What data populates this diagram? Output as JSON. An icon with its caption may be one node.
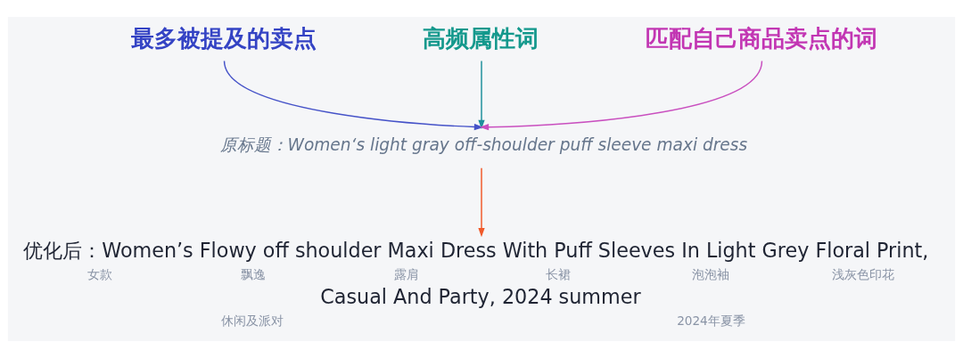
{
  "diagram": {
    "nodes": [
      {
        "text": [
          "最多被提及的卖点"
        ]
      },
      {
        "text": [
          "高频属性词"
        ]
      },
      {
        "text": [
          "匹配自己商品卖点的词"
        ]
      },
      {
        "text": [
          "原标题：Women‘s light gray off-shoulder puff sleeve maxi dress"
        ]
      },
      {
        "text": [
          "优化后：Women’s Flowy off shoulder Maxi Dress With Puff Sleeves In Light Grey Floral Print, Casual And Party, 2024 summer"
        ],
        "beside": [
          "女款",
          "飘逸",
          "露肩",
          "长裙",
          "泡泡袖",
          "浅灰色印花",
          "休闲及派对",
          "2024年夏季"
        ]
      }
    ],
    "edges": [
      {
        "from": 0,
        "to": 3,
        "arrow": "to",
        "color": "#4552c8"
      },
      {
        "from": 1,
        "to": 3,
        "arrow": "to",
        "color": "#1e8f9c"
      },
      {
        "from": 2,
        "to": 3,
        "arrow": "to",
        "color": "#c94fbf"
      },
      {
        "from": 3,
        "to": 4,
        "arrow": "to",
        "color": "#f05a2a"
      }
    ]
  }
}
